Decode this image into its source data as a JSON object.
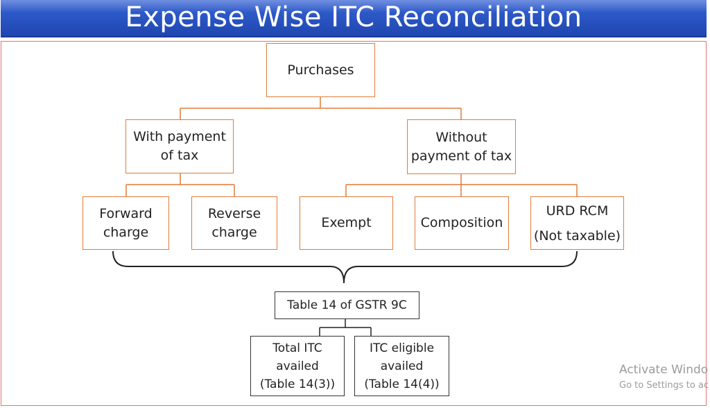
{
  "title": "Expense Wise ITC Reconciliation",
  "nodes": {
    "purchases": "Purchases",
    "with_payment_line1": "With payment",
    "with_payment_line2": "of tax",
    "without_payment_line1": "Without",
    "without_payment_line2": "payment of tax",
    "forward_line1": "Forward",
    "forward_line2": "charge",
    "reverse_line1": "Reverse",
    "reverse_line2": "charge",
    "exempt": "Exempt",
    "composition": "Composition",
    "urd_line1": "URD RCM",
    "urd_line2": "(Not taxable)",
    "table14": "Table 14 of GSTR 9C",
    "total_itc_line1": "Total ITC",
    "total_itc_line2": "availed",
    "total_itc_line3": "(Table 14(3))",
    "itc_eligible_line1": "ITC eligible",
    "itc_eligible_line2": "availed",
    "itc_eligible_line3": "(Table 14(4))"
  },
  "watermark": {
    "line1": "Activate Windo",
    "line2": "Go to Settings to ac"
  },
  "colors": {
    "title_bg": "#2d59c8",
    "orange_border": "#e07b39",
    "frame_border": "#e57373"
  }
}
